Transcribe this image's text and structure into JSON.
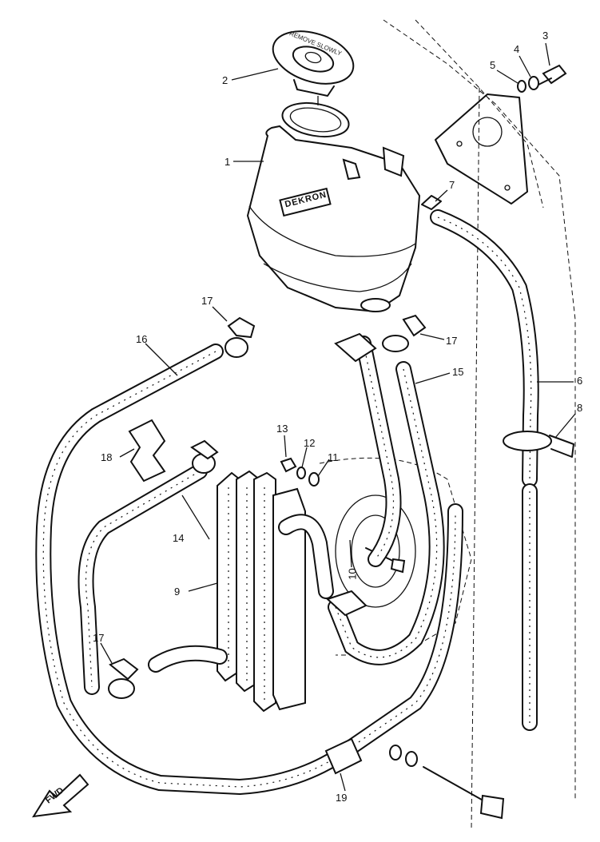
{
  "parts": [
    {
      "id": "p1",
      "label": "1"
    },
    {
      "id": "p2",
      "label": "2"
    },
    {
      "id": "p3",
      "label": "3"
    },
    {
      "id": "p4",
      "label": "4"
    },
    {
      "id": "p5",
      "label": "5"
    },
    {
      "id": "p6",
      "label": "6"
    },
    {
      "id": "p7",
      "label": "7"
    },
    {
      "id": "p8",
      "label": "8"
    },
    {
      "id": "p9",
      "label": "9"
    },
    {
      "id": "p10",
      "label": "10"
    },
    {
      "id": "p11",
      "label": "11"
    },
    {
      "id": "p12",
      "label": "12"
    },
    {
      "id": "p13",
      "label": "13"
    },
    {
      "id": "p14",
      "label": "14"
    },
    {
      "id": "p15",
      "label": "15"
    },
    {
      "id": "p16",
      "label": "16"
    },
    {
      "id": "p17a",
      "label": "17"
    },
    {
      "id": "p17b",
      "label": "17"
    },
    {
      "id": "p17c",
      "label": "17"
    },
    {
      "id": "p18",
      "label": "18"
    },
    {
      "id": "p19",
      "label": "19"
    }
  ],
  "tank_marking": "DEKRON",
  "cap_marking": "REMOVE SLOWLY",
  "direction_marker": "FWD",
  "arrow_icon": "forward-arrow-icon"
}
